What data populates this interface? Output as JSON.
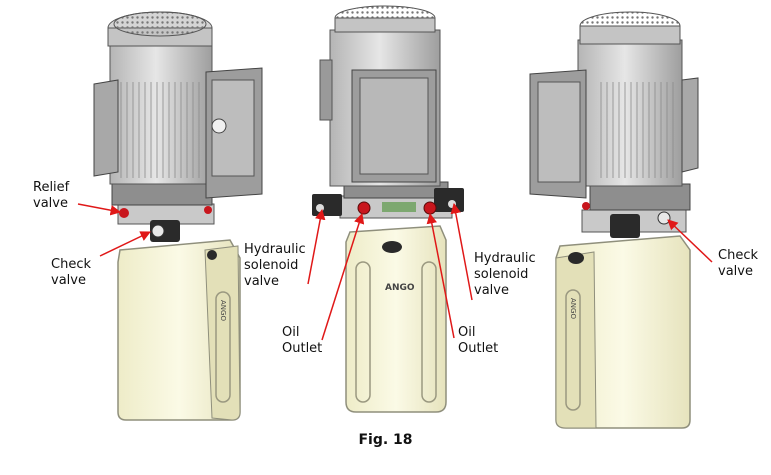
{
  "labels": {
    "relief_valve": [
      "Relief",
      "valve"
    ],
    "check_valve_left": [
      "Check",
      "valve"
    ],
    "hydraulic_solenoid_valve_left": [
      "Hydraulic",
      "solenoid",
      "valve"
    ],
    "oil_outlet_left": [
      "Oil",
      "Outlet"
    ],
    "oil_outlet_right": [
      "Oil",
      "Outlet"
    ],
    "hydraulic_solenoid_valve_right": [
      "Hydraulic",
      "solenoid",
      "valve"
    ],
    "check_valve_right": [
      "Check",
      "valve"
    ]
  },
  "tank_brand": "ANGO",
  "caption": "Fig. 18",
  "colors": {
    "tank": "#f6f4d8",
    "tank_edge": "#8f8f7c",
    "motor": "#dcdcdc",
    "motor_dark": "#a9a9a9",
    "valve_black": "#2a2a2a",
    "port_red": "#c8161d",
    "arrow": "#e01818"
  }
}
